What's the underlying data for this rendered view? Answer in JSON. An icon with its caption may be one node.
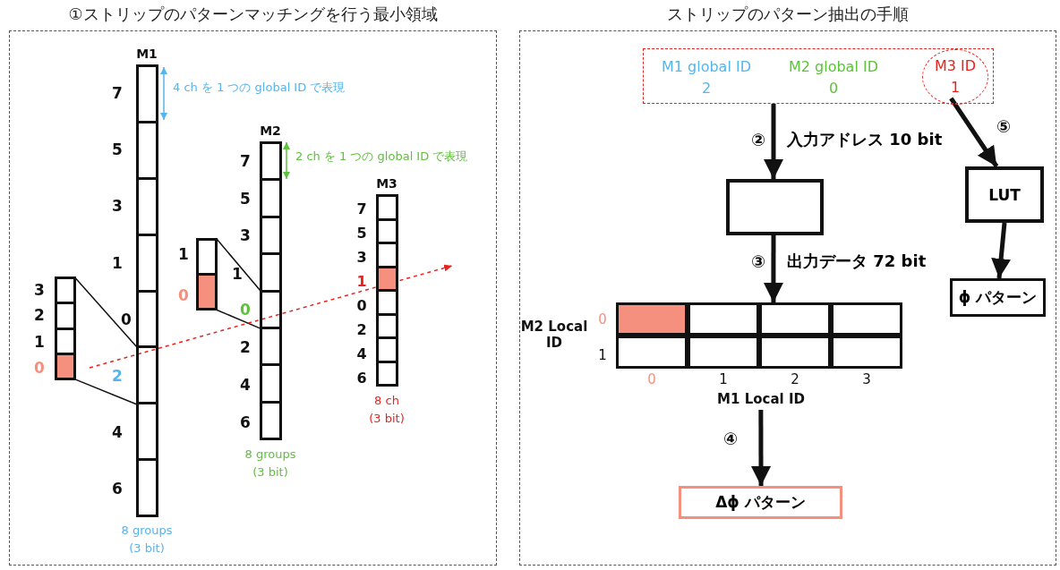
{
  "diagram": {
    "nodes": [
      {
        "text": [
          "①ストリップのパターンマッチングを行う最小領域"
        ]
      },
      {
        "text": [],
        "shape": "bar",
        "in": 0
      },
      {
        "text": [],
        "shape": "bar",
        "in": 0
      },
      {
        "text": [],
        "shape": "bar",
        "in": 0
      },
      {
        "text": [],
        "shape": "bar",
        "in": 0
      },
      {
        "text": [],
        "shape": "bar",
        "in": 0
      },
      {
        "text": [
          "ストリップのパターン抽出の手順"
        ]
      },
      {
        "text": [
          "M1 global ID",
          "2",
          "M2 global ID",
          "0"
        ],
        "in": 6
      },
      {
        "text": [
          "M3 ID",
          "1"
        ],
        "in": 7
      },
      {
        "text": [],
        "shape": "box",
        "in": 6
      },
      {
        "text": [
          "LUT"
        ],
        "in": 6
      },
      {
        "text": [
          "M2 Local ID",
          "0",
          "1",
          "0",
          "1",
          "2",
          "3",
          "M1 Local ID"
        ],
        "in": 6
      },
      {
        "text": [
          "ϕ パターン"
        ],
        "in": 6
      },
      {
        "text": [
          "Δϕ パターン"
        ],
        "in": 6
      }
    ],
    "edges": [
      {
        "from": 4,
        "to": 1,
        "arrow": "none"
      },
      {
        "from": 4,
        "to": 1,
        "arrow": "none"
      },
      {
        "from": 5,
        "to": 2,
        "arrow": "none"
      },
      {
        "from": 5,
        "to": 2,
        "arrow": "none"
      },
      {
        "from": 7,
        "to": 9,
        "arrow": "to",
        "label": "入力アドレス 10 bit"
      },
      {
        "from": 8,
        "to": 10,
        "arrow": "to"
      },
      {
        "from": 9,
        "to": 11,
        "arrow": "to",
        "label": "出力データ 72 bit"
      },
      {
        "from": 10,
        "to": 12,
        "arrow": "to"
      },
      {
        "from": 11,
        "to": 13,
        "arrow": "to"
      }
    ],
    "labels": [
      "4 ch を 1 つの global ID で表現",
      "2 ch を 1 つの global ID で表現",
      "7",
      "5",
      "3",
      "1",
      "0",
      "2",
      "4",
      "6",
      "7",
      "5",
      "3",
      "1",
      "0",
      "2",
      "4",
      "6",
      "7",
      "5",
      "3",
      "1",
      "0",
      "2",
      "4",
      "6",
      "3",
      "2",
      "1",
      "0",
      "1",
      "0",
      "②",
      "⑤",
      "③",
      "④",
      "8 groups (3 bit)",
      "8 groups (3 bit)",
      "8 ch (3 bit)",
      "M1",
      "M2",
      "M3"
    ]
  }
}
